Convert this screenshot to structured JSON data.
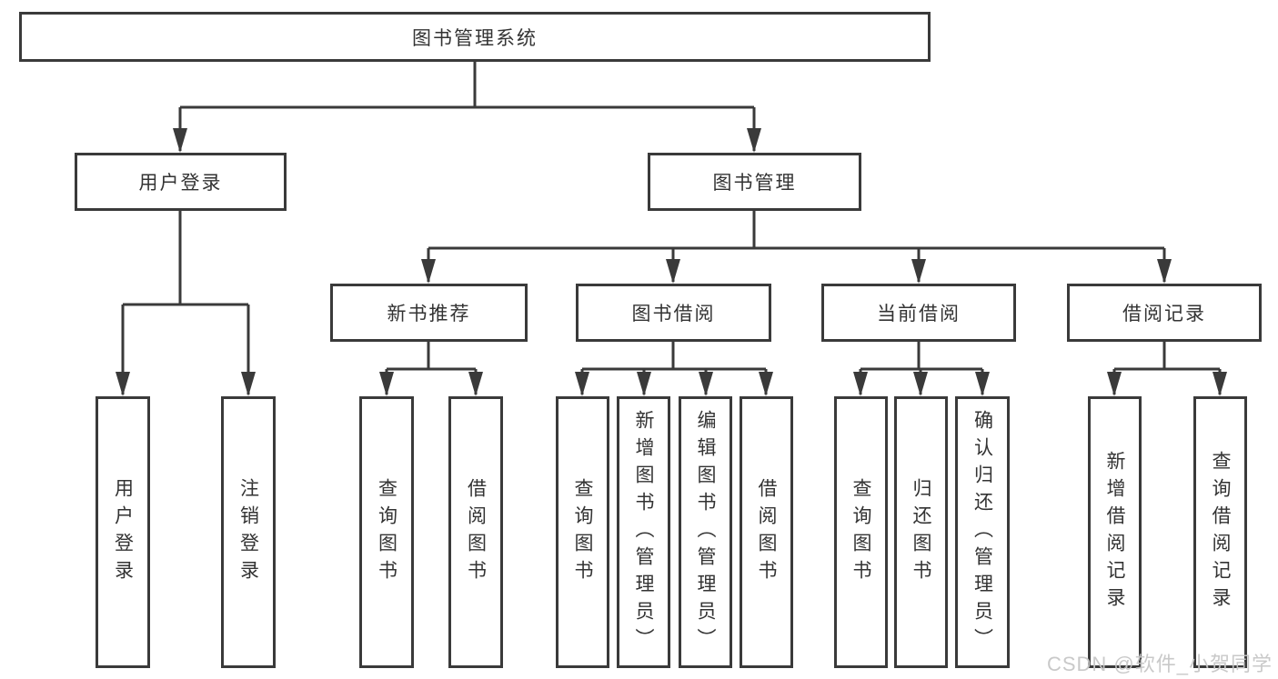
{
  "colors": {
    "line": "#3a3a3a",
    "box_border": "#3a3a3a",
    "text": "#333333",
    "background": "#ffffff",
    "watermark": "#c6c6c6"
  },
  "watermark": "CSDN @软件_小贺同学",
  "tree": {
    "label": "图书管理系统",
    "children": [
      {
        "label": "用户登录",
        "children": [
          {
            "label": "用户登录"
          },
          {
            "label": "注销登录"
          }
        ]
      },
      {
        "label": "图书管理",
        "children": [
          {
            "label": "新书推荐",
            "children": [
              {
                "label": "查询图书"
              },
              {
                "label": "借阅图书"
              }
            ]
          },
          {
            "label": "图书借阅",
            "children": [
              {
                "label": "查询图书"
              },
              {
                "label": "新增图书（管理员）"
              },
              {
                "label": "编辑图书（管理员）"
              },
              {
                "label": "借阅图书"
              }
            ]
          },
          {
            "label": "当前借阅",
            "children": [
              {
                "label": "查询图书"
              },
              {
                "label": "归还图书"
              },
              {
                "label": "确认归还（管理员）"
              }
            ]
          },
          {
            "label": "借阅记录",
            "children": [
              {
                "label": "新增借阅记录"
              },
              {
                "label": "查询借阅记录"
              }
            ]
          }
        ]
      }
    ]
  }
}
